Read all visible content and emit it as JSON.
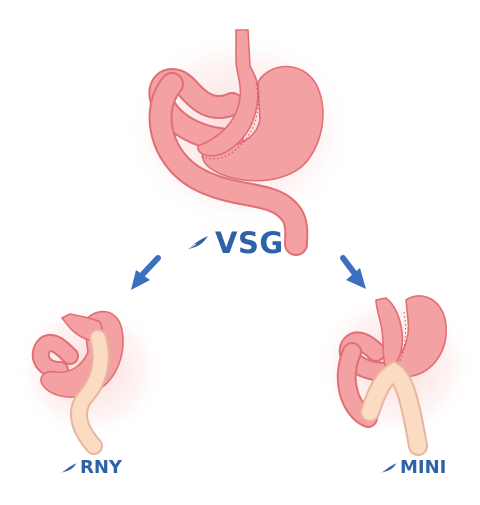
{
  "labels": {
    "vsg": "VSG",
    "rny": "RNY",
    "mini": "MINI"
  },
  "icons": {
    "label_mark": "feather-icon",
    "connector": "arrow-down-icon"
  },
  "colors": {
    "label_text": "#2e62a8",
    "arrow": "#3b6fc0",
    "stomach_fill": "#f3a1a3",
    "stomach_outline": "#e16f75",
    "intestine_fill": "#f7ccbd",
    "bypass_limb_fill": "#fbdcc3",
    "glow": "#f7b5b5"
  }
}
